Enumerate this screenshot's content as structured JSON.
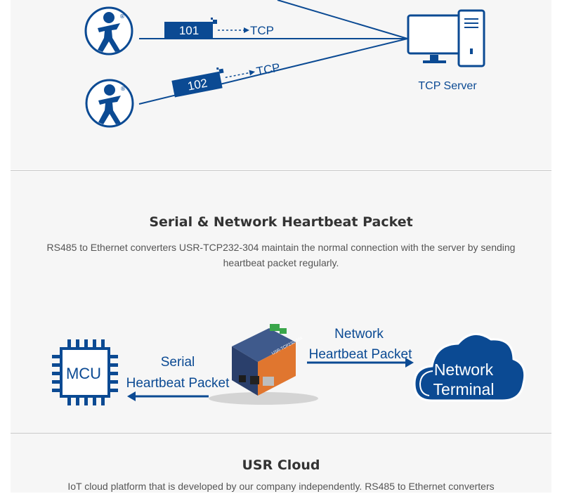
{
  "top_diagram": {
    "device_1_label": "101",
    "device_2_label": "102",
    "protocol_1": "TCP",
    "protocol_2": "TCP",
    "server_label": "TCP Server",
    "registered_mark": "®"
  },
  "heartbeat_section": {
    "title": "Serial & Network Heartbeat Packet",
    "description": "RS485 to Ethernet converters USR-TCP232-304 maintain the normal connection with the server by sending heartbeat packet regularly.",
    "mcu_label": "MCU",
    "serial_label_1": "Serial",
    "serial_label_2": "Heartbeat Packet",
    "network_label_1": "Network",
    "network_label_2": "Heartbeat Packet",
    "terminal_label_1": "Network",
    "terminal_label_2": "Terminal",
    "device_print": "USR-TCP232-304"
  },
  "cloud_section": {
    "title": "USR Cloud",
    "description": "IoT cloud platform that is developed by our company independently. RS485 to Ethernet converters"
  },
  "colors": {
    "brand_blue": "#0b4a93",
    "device_orange": "#e0762f",
    "panel_bg": "#f6f6f6"
  }
}
